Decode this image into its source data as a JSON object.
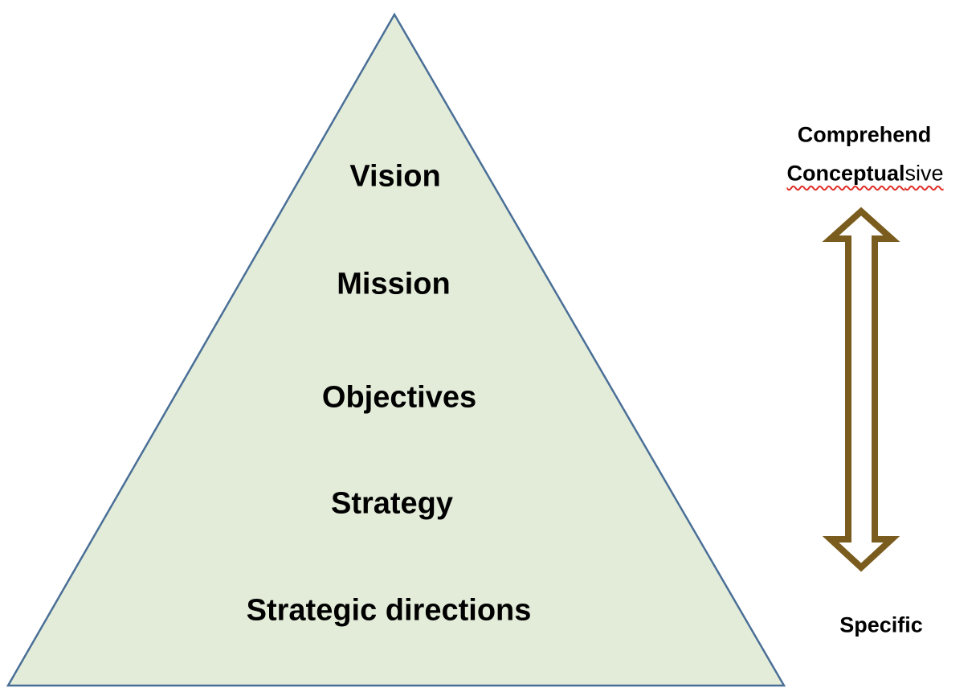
{
  "pyramid": {
    "levels": [
      "Vision",
      "Mission",
      "Objectives",
      "Strategy",
      "Strategic directions"
    ],
    "fill_color": "#e3ecd9",
    "stroke_color": "#4a6f97"
  },
  "scale": {
    "top_label_line1": "Comprehend",
    "top_label_line2_bold": "Conceptual",
    "top_label_line2_normal": "sive",
    "bottom_label": "Specific",
    "arrow_color": "#7a5c1e"
  }
}
